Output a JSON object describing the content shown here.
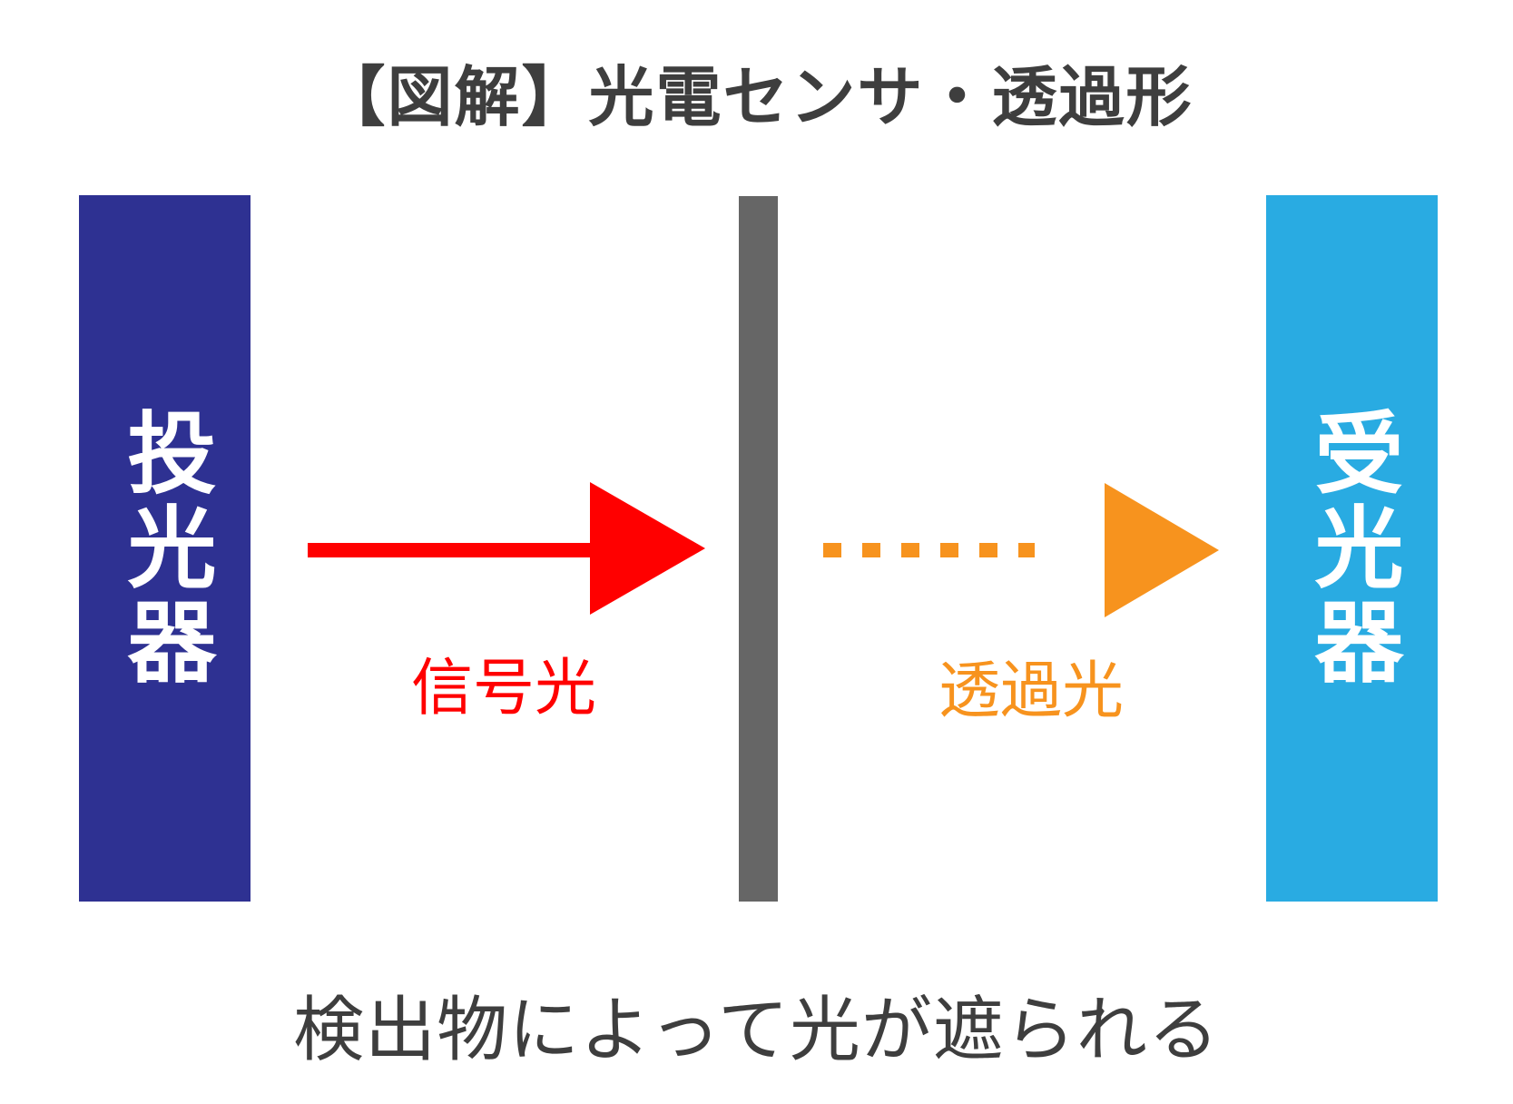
{
  "title": "【図解】光電センサ・透過形",
  "caption": "検出物によって光が遮られる",
  "diagram": {
    "emitter": {
      "label": "投光器"
    },
    "detected_object": {
      "name": "検出物 (gray bar)"
    },
    "receiver": {
      "label": "受光器"
    },
    "signal_arrow": {
      "label": "信号光",
      "style": "solid"
    },
    "transmitted_arrow": {
      "label": "透過光",
      "style": "dashed"
    }
  },
  "colors": {
    "emitter": "#2e3192",
    "receiver": "#29abe2",
    "object": "#666666",
    "signal": "#ff0000",
    "transmitted": "#f7931e",
    "text": "#3e3e3e"
  }
}
